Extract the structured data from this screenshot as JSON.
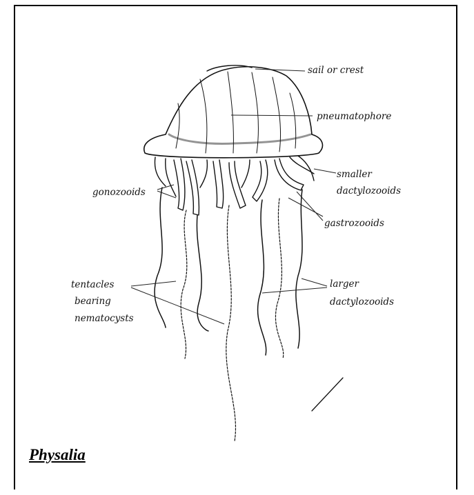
{
  "title": "Physalia",
  "labels": {
    "sail": "sail or crest",
    "pneumatophore": "pneumatophore",
    "smaller_dactylozooids_1": "smaller",
    "smaller_dactylozooids_2": "dactylozooids",
    "gonozooids": "gonozooids",
    "gastrozooids": "gastrozooids",
    "tentacles_1": "tentacles",
    "tentacles_2": "bearing",
    "tentacles_3": "nematocysts",
    "larger_dactylozooids_1": "larger",
    "larger_dactylozooids_2": "dactylozooids"
  }
}
